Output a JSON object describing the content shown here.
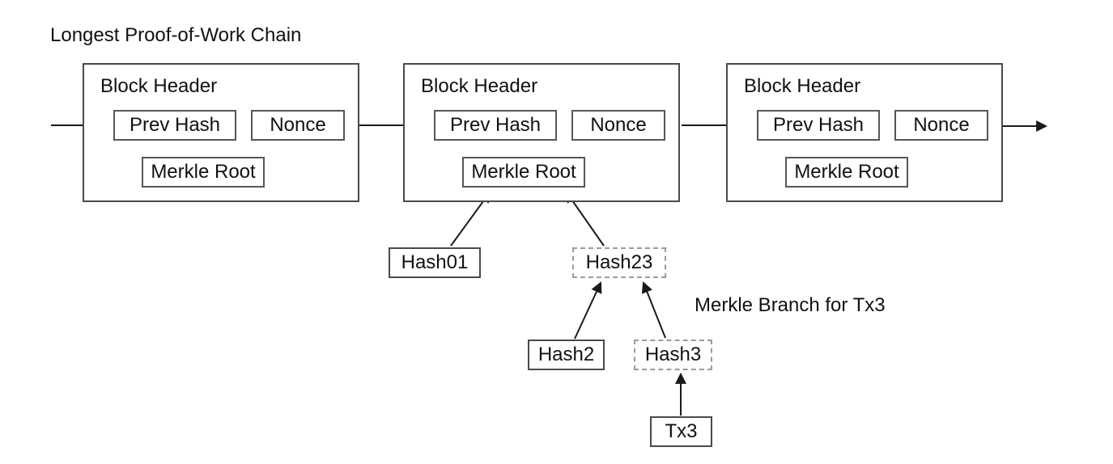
{
  "title": "Longest Proof-of-Work Chain",
  "annotation": "Merkle Branch for Tx3",
  "blocks": [
    {
      "header_label": "Block Header",
      "prev_hash_label": "Prev Hash",
      "nonce_label": "Nonce",
      "merkle_root_label": "Merkle Root"
    },
    {
      "header_label": "Block Header",
      "prev_hash_label": "Prev Hash",
      "nonce_label": "Nonce",
      "merkle_root_label": "Merkle Root"
    },
    {
      "header_label": "Block Header",
      "prev_hash_label": "Prev Hash",
      "nonce_label": "Nonce",
      "merkle_root_label": "Merkle Root"
    }
  ],
  "merkle_nodes": {
    "hash01": {
      "label": "Hash01",
      "border_style": "solid"
    },
    "hash23": {
      "label": "Hash23",
      "border_style": "dashed"
    },
    "hash2": {
      "label": "Hash2",
      "border_style": "solid"
    },
    "hash3": {
      "label": "Hash3",
      "border_style": "dashed"
    },
    "tx3": {
      "label": "Tx3",
      "border_style": "solid"
    }
  },
  "colors": {
    "background": "#ffffff",
    "text": "#111111",
    "box_border": "#4a4a4a",
    "inner_box_border": "#565656",
    "dashed_border": "#9b9b9b",
    "arrow": "#1a1a1a"
  }
}
